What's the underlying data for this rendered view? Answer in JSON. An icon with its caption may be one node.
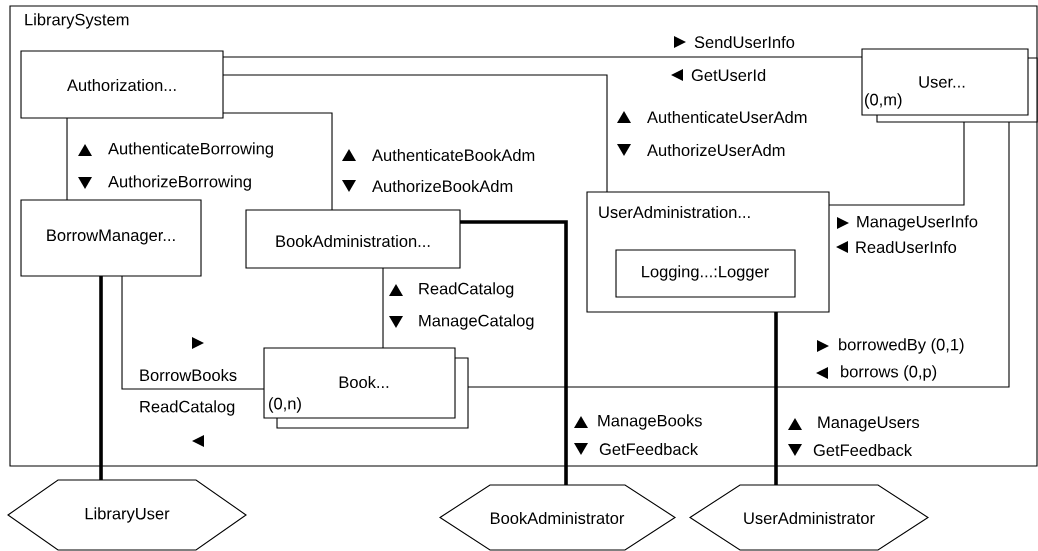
{
  "diagram": {
    "nodes": [
      {
        "text": [
          "LibrarySystem"
        ]
      },
      {
        "text": [
          "Authorization..."
        ],
        "in": 0
      },
      {
        "text": [
          "BorrowManager..."
        ],
        "in": 0
      },
      {
        "text": [
          "BookAdministration..."
        ],
        "in": 0
      },
      {
        "text": [
          "UserAdministration..."
        ],
        "in": 0
      },
      {
        "text": [
          "Logging...:Logger"
        ],
        "in": 4
      },
      {
        "text": [
          "User...",
          "(0,m)"
        ],
        "in": 0
      },
      {
        "text": [
          "Book...",
          "(0,n)"
        ],
        "in": 0
      },
      {
        "text": [
          "LibraryUser"
        ]
      },
      {
        "text": [
          "BookAdministrator"
        ]
      },
      {
        "text": [
          "UserAdministrator"
        ]
      }
    ],
    "edges": [
      {
        "from": 1,
        "to": 6,
        "arrow": "none"
      },
      {
        "from": 1,
        "to": 4,
        "arrow": "none"
      },
      {
        "from": 1,
        "to": 2,
        "arrow": "none"
      },
      {
        "from": 1,
        "to": 3,
        "arrow": "none"
      },
      {
        "from": 3,
        "to": 7,
        "arrow": "none"
      },
      {
        "from": 2,
        "to": 7,
        "arrow": "none"
      },
      {
        "from": 4,
        "to": 6,
        "arrow": "none"
      },
      {
        "from": 7,
        "to": 6,
        "arrow": "none"
      },
      {
        "from": 2,
        "to": 8,
        "arrow": "none",
        "style": "thick"
      },
      {
        "from": 3,
        "to": 9,
        "arrow": "none",
        "style": "thick"
      },
      {
        "from": 4,
        "to": 10,
        "arrow": "none",
        "style": "thick"
      }
    ],
    "labels": [
      "SendUserInfo",
      "GetUserId",
      "AuthenticateUserAdm",
      "AuthorizeUserAdm",
      "AuthenticateBorrowing",
      "AuthorizeBorrowing",
      "AuthenticateBookAdm",
      "AuthorizeBookAdm",
      "ManageUserInfo",
      "ReadUserInfo",
      "ReadCatalog",
      "ManageCatalog",
      "BorrowBooks",
      "ReadCatalog",
      "borrowedBy (0,1)",
      "borrows (0,p)",
      "ManageBooks",
      "GetFeedback",
      "ManageUsers",
      "GetFeedback"
    ]
  }
}
